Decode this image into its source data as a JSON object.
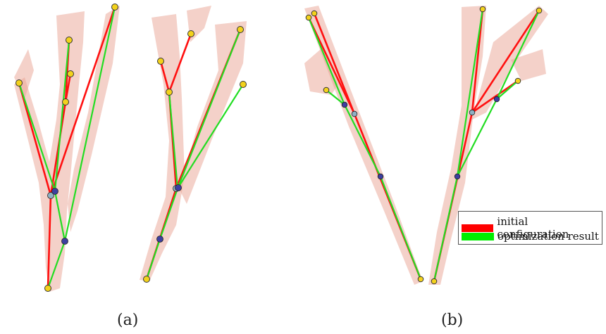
{
  "legend": {
    "items": [
      {
        "label": "initial configuration",
        "color": "#ff0000"
      },
      {
        "label": "optimization result",
        "color": "#00ee00"
      }
    ]
  },
  "panels": [
    {
      "label": "(a)"
    },
    {
      "label": "(b)"
    }
  ],
  "colors": {
    "vessel": "#e9a393",
    "initial": "#ff1010",
    "optimized": "#22dd22",
    "endpoint": "#f3d21c",
    "joint_dark": "#3d3fa0",
    "joint_light": "#8fb0c4"
  }
}
